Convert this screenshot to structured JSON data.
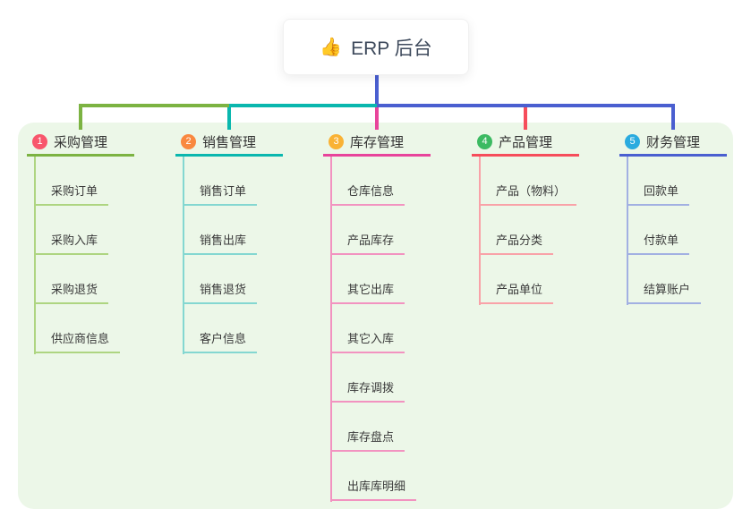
{
  "root": {
    "icon": "👍",
    "label": "ERP 后台"
  },
  "colors": {
    "trunk": "#4a5fd0",
    "panel_bg": "#ecf7e8",
    "root_text": "#3e4a5c"
  },
  "branches": [
    {
      "index": "1",
      "label": "采购管理",
      "badge_color": "#f8566c",
      "line_color": "#7cb342",
      "sub_line_color": "#aed581",
      "items": [
        "采购订单",
        "采购入库",
        "采购退货",
        "供应商信息"
      ]
    },
    {
      "index": "2",
      "label": "销售管理",
      "badge_color": "#f9883f",
      "line_color": "#0ab7ae",
      "sub_line_color": "#84d7d1",
      "items": [
        "销售订单",
        "销售出库",
        "销售退货",
        "客户信息"
      ]
    },
    {
      "index": "3",
      "label": "库存管理",
      "badge_color": "#f9b234",
      "line_color": "#e8449b",
      "sub_line_color": "#f293c0",
      "items": [
        "仓库信息",
        "产品库存",
        "其它出库",
        "其它入库",
        "库存调拨",
        "库存盘点",
        "出库库明细"
      ]
    },
    {
      "index": "4",
      "label": "产品管理",
      "badge_color": "#3cba62",
      "line_color": "#f64d5b",
      "sub_line_color": "#f9a2a8",
      "items": [
        "产品（物料）",
        "产品分类",
        "产品单位"
      ]
    },
    {
      "index": "5",
      "label": "财务管理",
      "badge_color": "#2aabdf",
      "line_color": "#4a5fd0",
      "sub_line_color": "#a2b0e2",
      "items": [
        "回款单",
        "付款单",
        "结算账户"
      ]
    }
  ]
}
